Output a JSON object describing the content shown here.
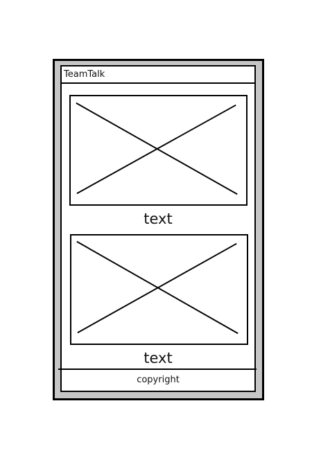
{
  "header": {
    "title": "TeamTalk"
  },
  "content": {
    "items": [
      {
        "image_icon": "image-placeholder-icon",
        "caption": "text"
      },
      {
        "image_icon": "image-placeholder-icon",
        "caption": "text"
      }
    ]
  },
  "footer": {
    "label": "copyright"
  },
  "colors": {
    "frame": "#c6c6c6",
    "stroke": "#000000",
    "screen": "#ffffff"
  }
}
